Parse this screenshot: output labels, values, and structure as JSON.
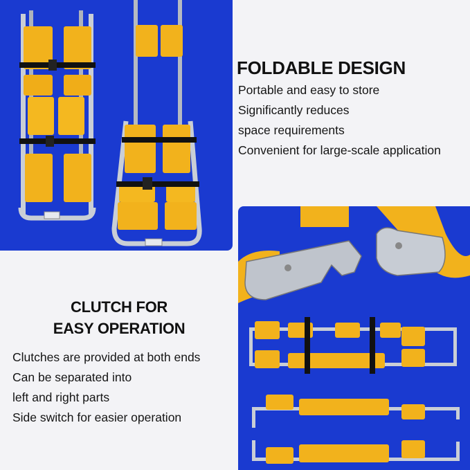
{
  "colors": {
    "panel_blue": "#1a3ad0",
    "board_yellow": "#f2b21c",
    "frame_silver": "#c9ced6",
    "strap_black": "#111111",
    "text": "#111111",
    "background": "#f3f3f6"
  },
  "foldable": {
    "heading": "FOLDABLE DESIGN",
    "lines": [
      "Portable and easy to store",
      "Significantly reduces",
      "space requirements",
      "Convenient for large-scale application"
    ]
  },
  "clutch": {
    "heading_line1": "CLUTCH FOR",
    "heading_line2": "EASY OPERATION",
    "lines": [
      "Clutches are provided at both ends",
      "Can be separated into",
      "left and right parts",
      "Side switch for easier operation"
    ]
  }
}
